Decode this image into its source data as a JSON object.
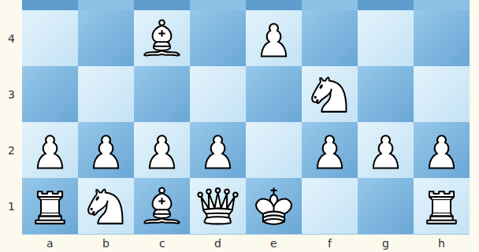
{
  "diagram": {
    "labels": [
      "4",
      "3",
      "2",
      "1",
      "a",
      "b",
      "c",
      "d",
      "e",
      "f",
      "g",
      "h"
    ]
  }
}
